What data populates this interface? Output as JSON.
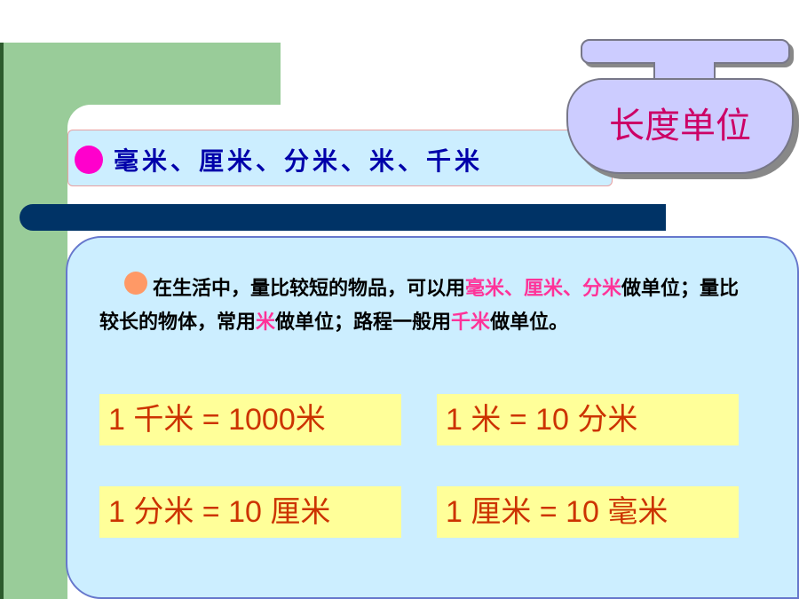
{
  "badge": {
    "label": "长度单位"
  },
  "header": {
    "title": "毫米、厘米、分米、米、千米"
  },
  "paragraph": {
    "seg1": "在生活中，量比较短的物品，可以用",
    "seg2": "毫米、厘米、分米",
    "seg3": "做单位；量比较长的物体，常用",
    "seg4": "米",
    "seg5": "做单位；路程一般用",
    "seg6": "千米",
    "seg7": "做单位。"
  },
  "conversions": [
    "1 千米 = 1000米",
    "1 米 = 10 分米",
    "1 分米 = 10 厘米",
    "1 厘米 = 10 毫米"
  ],
  "colors": {
    "highlight": "#ff3399",
    "title_blue": "#0000aa",
    "badge_text": "#cc0066",
    "equation_text": "#cc3300",
    "equation_bg": "#ffff99",
    "panel_bg": "#cceeff",
    "green_bg": "#99cc99",
    "stripe": "#003366"
  }
}
